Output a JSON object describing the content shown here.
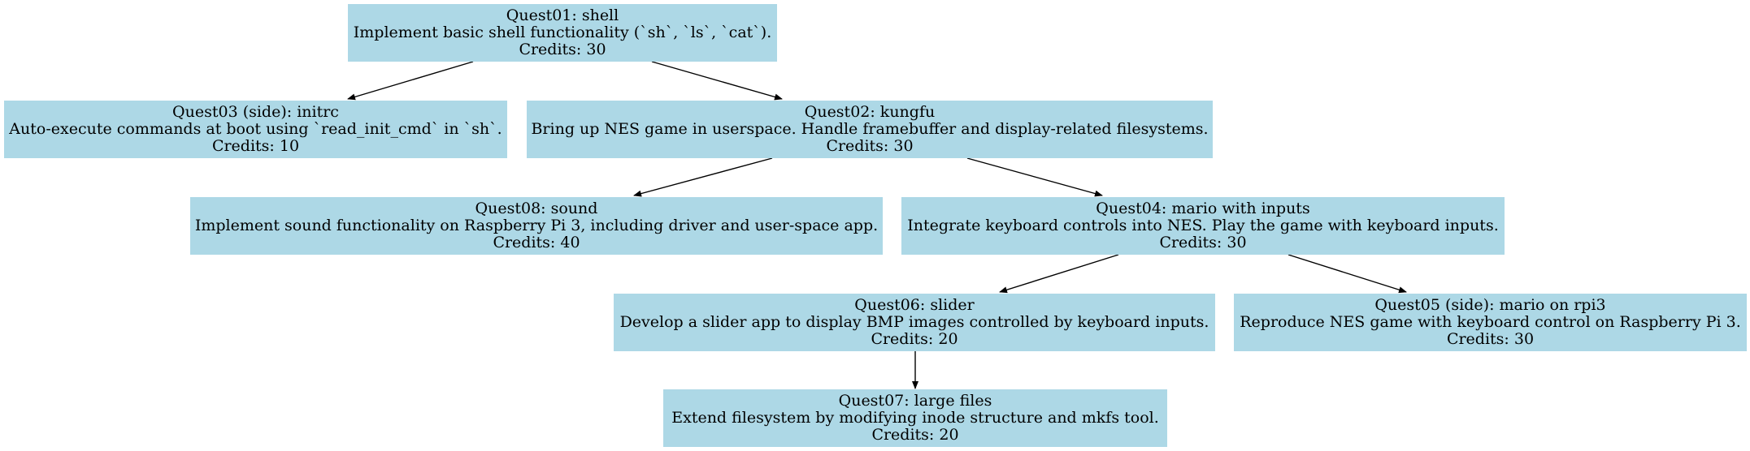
{
  "nodes": {
    "q01": {
      "title": "Quest01: shell",
      "description": "Implement basic shell functionality (`sh`, `ls`, `cat`).",
      "credits": "Credits: 30"
    },
    "q03": {
      "title": "Quest03 (side): initrc",
      "description": "Auto-execute commands at boot using `read_init_cmd` in `sh`.",
      "credits": "Credits: 10"
    },
    "q02": {
      "title": "Quest02: kungfu",
      "description": "Bring up NES game in userspace. Handle framebuffer and display-related filesystems.",
      "credits": "Credits: 30"
    },
    "q08": {
      "title": "Quest08: sound",
      "description": "Implement sound functionality on Raspberry Pi 3, including driver and user-space app.",
      "credits": "Credits: 40"
    },
    "q04": {
      "title": "Quest04: mario with inputs",
      "description": "Integrate keyboard controls into NES. Play the game with keyboard inputs.",
      "credits": "Credits: 30"
    },
    "q06": {
      "title": "Quest06: slider",
      "description": "Develop a slider app to display BMP images controlled by keyboard inputs.",
      "credits": "Credits: 20"
    },
    "q05": {
      "title": "Quest05 (side): mario on rpi3",
      "description": "Reproduce NES game with keyboard control on Raspberry Pi 3.",
      "credits": "Credits: 30"
    },
    "q07": {
      "title": "Quest07: large files",
      "description": "Extend filesystem by modifying inode structure and mkfs tool.",
      "credits": "Credits: 20"
    }
  },
  "edges": [
    {
      "from": "q01",
      "to": "q03"
    },
    {
      "from": "q01",
      "to": "q02"
    },
    {
      "from": "q02",
      "to": "q08"
    },
    {
      "from": "q02",
      "to": "q04"
    },
    {
      "from": "q04",
      "to": "q06"
    },
    {
      "from": "q04",
      "to": "q05"
    },
    {
      "from": "q06",
      "to": "q07"
    }
  ],
  "colors": {
    "node_fill": "#add8e6",
    "edge": "#000000",
    "text": "#000000"
  }
}
